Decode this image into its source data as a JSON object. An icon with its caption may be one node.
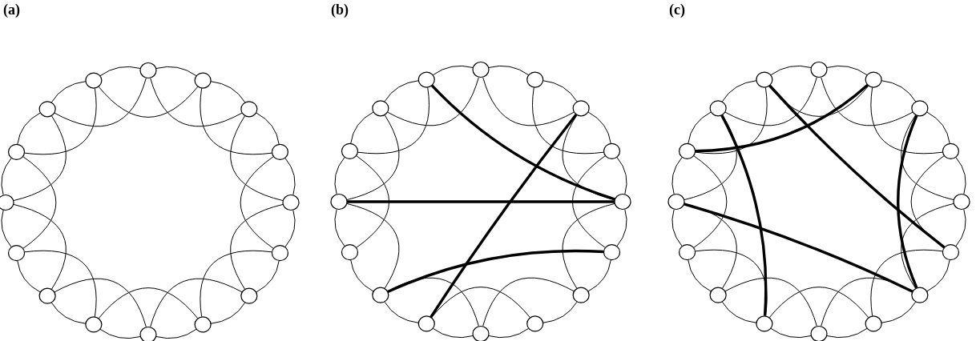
{
  "diagram": {
    "nodes": [
      {
        "text": [],
        "shape": "circle"
      },
      {
        "text": [],
        "shape": "circle"
      },
      {
        "text": [],
        "shape": "circle"
      },
      {
        "text": [],
        "shape": "circle"
      },
      {
        "text": [],
        "shape": "circle"
      },
      {
        "text": [],
        "shape": "circle"
      },
      {
        "text": [],
        "shape": "circle"
      },
      {
        "text": [],
        "shape": "circle"
      },
      {
        "text": [],
        "shape": "circle"
      },
      {
        "text": [],
        "shape": "circle"
      },
      {
        "text": [],
        "shape": "circle"
      },
      {
        "text": [],
        "shape": "circle"
      },
      {
        "text": [],
        "shape": "circle"
      },
      {
        "text": [],
        "shape": "circle"
      },
      {
        "text": [],
        "shape": "circle"
      },
      {
        "text": [],
        "shape": "circle"
      },
      {
        "text": [],
        "shape": "circle"
      },
      {
        "text": [],
        "shape": "circle"
      },
      {
        "text": [],
        "shape": "circle"
      },
      {
        "text": [],
        "shape": "circle"
      },
      {
        "text": [],
        "shape": "circle"
      },
      {
        "text": [],
        "shape": "circle"
      },
      {
        "text": [],
        "shape": "circle"
      },
      {
        "text": [],
        "shape": "circle"
      },
      {
        "text": [],
        "shape": "circle"
      },
      {
        "text": [],
        "shape": "circle"
      },
      {
        "text": [],
        "shape": "circle"
      },
      {
        "text": [],
        "shape": "circle"
      },
      {
        "text": [],
        "shape": "circle"
      },
      {
        "text": [],
        "shape": "circle"
      },
      {
        "text": [],
        "shape": "circle"
      },
      {
        "text": [],
        "shape": "circle"
      },
      {
        "text": [],
        "shape": "circle"
      },
      {
        "text": [],
        "shape": "circle"
      },
      {
        "text": [],
        "shape": "circle"
      },
      {
        "text": [],
        "shape": "circle"
      },
      {
        "text": [],
        "shape": "circle"
      },
      {
        "text": [],
        "shape": "circle"
      },
      {
        "text": [],
        "shape": "circle"
      },
      {
        "text": [],
        "shape": "circle"
      },
      {
        "text": [],
        "shape": "circle"
      },
      {
        "text": [],
        "shape": "circle"
      },
      {
        "text": [],
        "shape": "circle"
      },
      {
        "text": [],
        "shape": "circle"
      },
      {
        "text": [],
        "shape": "circle"
      },
      {
        "text": [],
        "shape": "circle"
      },
      {
        "text": [],
        "shape": "circle"
      },
      {
        "text": [],
        "shape": "circle"
      }
    ],
    "edges": [
      {
        "from": 0,
        "to": 1,
        "arrow": "none"
      },
      {
        "from": 0,
        "to": 2,
        "arrow": "none"
      },
      {
        "from": 1,
        "to": 2,
        "arrow": "none"
      },
      {
        "from": 1,
        "to": 3,
        "arrow": "none"
      },
      {
        "from": 2,
        "to": 3,
        "arrow": "none"
      },
      {
        "from": 2,
        "to": 4,
        "arrow": "none"
      },
      {
        "from": 3,
        "to": 4,
        "arrow": "none"
      },
      {
        "from": 3,
        "to": 5,
        "arrow": "none"
      },
      {
        "from": 4,
        "to": 5,
        "arrow": "none"
      },
      {
        "from": 4,
        "to": 6,
        "arrow": "none"
      },
      {
        "from": 5,
        "to": 6,
        "arrow": "none"
      },
      {
        "from": 5,
        "to": 7,
        "arrow": "none"
      },
      {
        "from": 6,
        "to": 7,
        "arrow": "none"
      },
      {
        "from": 6,
        "to": 8,
        "arrow": "none"
      },
      {
        "from": 7,
        "to": 8,
        "arrow": "none"
      },
      {
        "from": 7,
        "to": 9,
        "arrow": "none"
      },
      {
        "from": 8,
        "to": 9,
        "arrow": "none"
      },
      {
        "from": 8,
        "to": 10,
        "arrow": "none"
      },
      {
        "from": 9,
        "to": 10,
        "arrow": "none"
      },
      {
        "from": 9,
        "to": 11,
        "arrow": "none"
      },
      {
        "from": 10,
        "to": 11,
        "arrow": "none"
      },
      {
        "from": 10,
        "to": 12,
        "arrow": "none"
      },
      {
        "from": 11,
        "to": 12,
        "arrow": "none"
      },
      {
        "from": 11,
        "to": 13,
        "arrow": "none"
      },
      {
        "from": 12,
        "to": 13,
        "arrow": "none"
      },
      {
        "from": 12,
        "to": 14,
        "arrow": "none"
      },
      {
        "from": 13,
        "to": 14,
        "arrow": "none"
      },
      {
        "from": 13,
        "to": 15,
        "arrow": "none"
      },
      {
        "from": 14,
        "to": 15,
        "arrow": "none"
      },
      {
        "from": 14,
        "to": 0,
        "arrow": "none"
      },
      {
        "from": 15,
        "to": 0,
        "arrow": "none"
      },
      {
        "from": 15,
        "to": 1,
        "arrow": "none"
      },
      {
        "from": 16,
        "to": 17,
        "arrow": "none"
      },
      {
        "from": 16,
        "to": 18,
        "arrow": "none"
      },
      {
        "from": 17,
        "to": 18,
        "arrow": "none"
      },
      {
        "from": 17,
        "to": 19,
        "arrow": "none"
      },
      {
        "from": 18,
        "to": 19,
        "arrow": "none"
      },
      {
        "from": 18,
        "to": 20,
        "arrow": "none"
      },
      {
        "from": 19,
        "to": 20,
        "arrow": "none"
      },
      {
        "from": 19,
        "to": 21,
        "arrow": "none"
      },
      {
        "from": 20,
        "to": 21,
        "arrow": "none"
      },
      {
        "from": 20,
        "to": 22,
        "arrow": "none"
      },
      {
        "from": 21,
        "to": 22,
        "arrow": "none"
      },
      {
        "from": 22,
        "to": 23,
        "arrow": "none"
      },
      {
        "from": 22,
        "to": 24,
        "arrow": "none"
      },
      {
        "from": 23,
        "to": 24,
        "arrow": "none"
      },
      {
        "from": 23,
        "to": 25,
        "arrow": "none"
      },
      {
        "from": 24,
        "to": 25,
        "arrow": "none"
      },
      {
        "from": 24,
        "to": 26,
        "arrow": "none"
      },
      {
        "from": 25,
        "to": 26,
        "arrow": "none"
      },
      {
        "from": 26,
        "to": 27,
        "arrow": "none"
      },
      {
        "from": 26,
        "to": 28,
        "arrow": "none"
      },
      {
        "from": 27,
        "to": 28,
        "arrow": "none"
      },
      {
        "from": 27,
        "to": 29,
        "arrow": "none"
      },
      {
        "from": 28,
        "to": 29,
        "arrow": "none"
      },
      {
        "from": 28,
        "to": 30,
        "arrow": "none"
      },
      {
        "from": 29,
        "to": 30,
        "arrow": "none"
      },
      {
        "from": 29,
        "to": 31,
        "arrow": "none"
      },
      {
        "from": 30,
        "to": 31,
        "arrow": "none"
      },
      {
        "from": 30,
        "to": 16,
        "arrow": "none"
      },
      {
        "from": 31,
        "to": 16,
        "arrow": "none"
      },
      {
        "from": 31,
        "to": 20,
        "arrow": "none",
        "style": "thick"
      },
      {
        "from": 28,
        "to": 20,
        "arrow": "none",
        "style": "thick"
      },
      {
        "from": 18,
        "to": 25,
        "arrow": "none",
        "style": "thick"
      },
      {
        "from": 26,
        "to": 21,
        "arrow": "none",
        "style": "thick"
      },
      {
        "from": 32,
        "to": 33,
        "arrow": "none"
      },
      {
        "from": 32,
        "to": 34,
        "arrow": "none"
      },
      {
        "from": 33,
        "to": 34,
        "arrow": "none"
      },
      {
        "from": 33,
        "to": 35,
        "arrow": "none"
      },
      {
        "from": 34,
        "to": 35,
        "arrow": "none"
      },
      {
        "from": 34,
        "to": 36,
        "arrow": "none"
      },
      {
        "from": 35,
        "to": 36,
        "arrow": "none"
      },
      {
        "from": 35,
        "to": 37,
        "arrow": "none"
      },
      {
        "from": 36,
        "to": 37,
        "arrow": "none"
      },
      {
        "from": 36,
        "to": 38,
        "arrow": "none"
      },
      {
        "from": 37,
        "to": 38,
        "arrow": "none"
      },
      {
        "from": 37,
        "to": 39,
        "arrow": "none"
      },
      {
        "from": 38,
        "to": 39,
        "arrow": "none"
      },
      {
        "from": 38,
        "to": 40,
        "arrow": "none"
      },
      {
        "from": 39,
        "to": 40,
        "arrow": "none"
      },
      {
        "from": 39,
        "to": 41,
        "arrow": "none"
      },
      {
        "from": 40,
        "to": 41,
        "arrow": "none"
      },
      {
        "from": 40,
        "to": 42,
        "arrow": "none"
      },
      {
        "from": 41,
        "to": 42,
        "arrow": "none"
      },
      {
        "from": 41,
        "to": 43,
        "arrow": "none"
      },
      {
        "from": 42,
        "to": 43,
        "arrow": "none"
      },
      {
        "from": 42,
        "to": 44,
        "arrow": "none"
      },
      {
        "from": 43,
        "to": 44,
        "arrow": "none"
      },
      {
        "from": 43,
        "to": 45,
        "arrow": "none"
      },
      {
        "from": 44,
        "to": 45,
        "arrow": "none"
      },
      {
        "from": 44,
        "to": 46,
        "arrow": "none"
      },
      {
        "from": 45,
        "to": 46,
        "arrow": "none"
      },
      {
        "from": 45,
        "to": 47,
        "arrow": "none"
      },
      {
        "from": 46,
        "to": 47,
        "arrow": "none"
      },
      {
        "from": 46,
        "to": 32,
        "arrow": "none"
      },
      {
        "from": 47,
        "to": 32,
        "arrow": "none"
      },
      {
        "from": 47,
        "to": 33,
        "arrow": "none"
      },
      {
        "from": 47,
        "to": 37,
        "arrow": "none",
        "style": "thick"
      },
      {
        "from": 46,
        "to": 41,
        "arrow": "none",
        "style": "thick"
      },
      {
        "from": 45,
        "to": 33,
        "arrow": "none",
        "style": "thick"
      },
      {
        "from": 44,
        "to": 38,
        "arrow": "none",
        "style": "thick"
      },
      {
        "from": 34,
        "to": 38,
        "arrow": "none",
        "style": "thick"
      }
    ],
    "labels": [
      "(a)",
      "(b)",
      "(c)"
    ]
  }
}
